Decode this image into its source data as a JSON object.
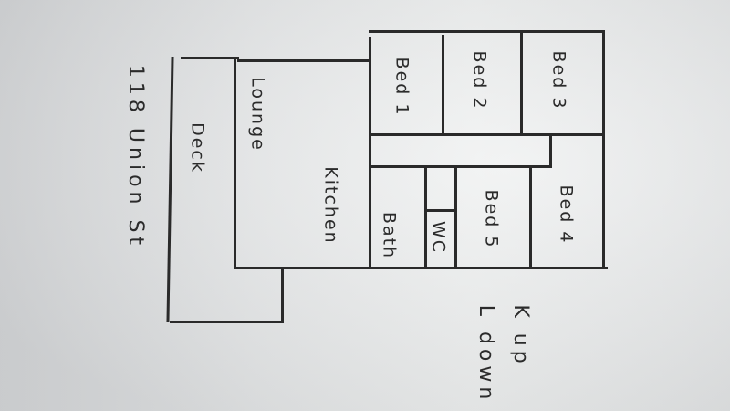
{
  "address": "118 Union St",
  "rooms": {
    "bed1": "Bed 1",
    "bed2": "Bed 2",
    "bed3": "Bed 3",
    "bed4": "Bed 4",
    "bed5": "Bed 5",
    "lounge": "Lounge",
    "kitchen": "Kitchen",
    "bath": "Bath",
    "wc": "WC",
    "deck": "Deck"
  },
  "notes": {
    "k": "K up",
    "l": "L down"
  }
}
